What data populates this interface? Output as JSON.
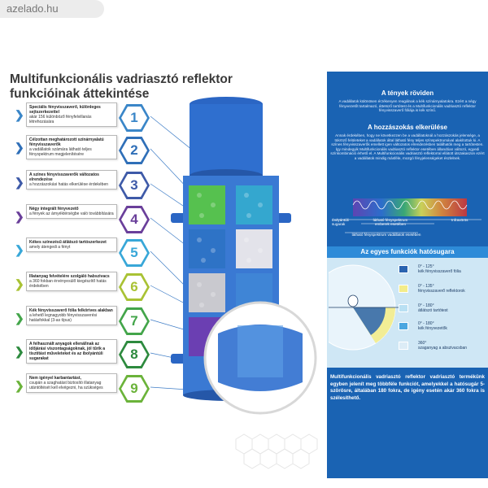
{
  "watermark": "azelado.hu",
  "title_line1": "Multifunkcionális vadriasztó reflektor",
  "title_line2": "funkcióinak áttekintése",
  "features": [
    {
      "num": "1",
      "bold": "Speciális fényvisszaverő, különleges sejtszerkezettel",
      "text": "akár 156 különböző fényfelvillanás létrehozására",
      "color": "#3a86c8"
    },
    {
      "num": "2",
      "bold": "Célzottan meghatározott színárnyalatú fényvisszaverők",
      "text": "a vadállatok számára látható teljes fényspektrum megjelenítésére",
      "color": "#2f6fb8"
    },
    {
      "num": "3",
      "bold": "A színes fényvisszaverők változatos elrendezése",
      "text": "a hozzászokási hatás elkerülése érdekében",
      "color": "#3e5aa8"
    },
    {
      "num": "4",
      "bold": "Négy integrált fényvezető",
      "text": "a fények az árnyéktérségbe való továbbítására",
      "color": "#6a3f9a"
    },
    {
      "num": "5",
      "bold": "Kékes színezésű átlátszó tartószerkezet",
      "text": "amely átengedi a fényt",
      "color": "#38a7d8"
    },
    {
      "num": "6",
      "bold": "Illatanyag felvételére szolgáló habszivacs",
      "text": "a 360 fokban érvényesülő kiegészítő hatás érdekében",
      "color": "#a9c234"
    },
    {
      "num": "7",
      "bold": "Kék fényvisszaverő fólia felkörives alakban",
      "text": "a lehető legnagyobb fényvisszaverési hatásfokkal (3-as típus)",
      "color": "#43a54a"
    },
    {
      "num": "8",
      "bold": "A felhasznált anyagok ellenállnak az időjárási viszontagságoknak, jól tűrik a tisztítást műveleteket és az ibolyántúli sugarakat",
      "text": "",
      "color": "#2d8a3e"
    },
    {
      "num": "9",
      "bold": "Nem igényel karbantartást,",
      "text": "csupán a szaghatást biztosító illatanyag utántöltését kell elvégezni, ha szükséges",
      "color": "#6bb33a"
    }
  ],
  "panel": {
    "facts_title": "A tények röviden",
    "facts_text": "A vadállatok különösen érzékenyen reagálnak a kék színárnyalatokra. Ezért a négy fényvezetőt tartalmazó, áttetsző tartótest és a Multifunkcionális vadriasztó reflektor fényvisszaverő fóliája is kék színű.",
    "habit_title": "A hozzászokás elkerülése",
    "habit_text": "Annak érdekében, hogy ne következzen be a vadállatoknál a hozzászokás jelensége, a tükröző felületeket a vadállatok által látható fény teljes színspektrumával alakítottuk ki. A színes fényvisszaverők emellett igen változatos elrendezésben találhatók meg a tartótesten. Így mindegyik Multifunkcionális vadriasztó reflektor esetében állandóan változó, egyedi színkombináció érhető el. A Multifunkcionális vadriasztó reflektorral ellátott útszakaszon ezért a vadállatok mindig másféle, mozgó fényjelenségeket észlelnek.",
    "label_uv": "Ibolyántúli sugarak",
    "label_visible_human": "látható fényspektrum emberek esetében",
    "label_infra": "Infravörös",
    "label_visible_animal": "látható fényspektrum vadállatok esetében",
    "functions_title": "Az egyes funkciók hatósugara",
    "angles": [
      {
        "angle": "0° - 125°",
        "desc": "kék fényvisszaverő fólia",
        "color": "#2a63b0"
      },
      {
        "angle": "0° - 135°",
        "desc": "fényvisszaverő reflektorok",
        "color": "#f3ec8a"
      },
      {
        "angle": "0° - 180°",
        "desc": "átlátszó tartótest",
        "color": "#b9e0f3"
      },
      {
        "angle": "0° - 180°",
        "desc": "kék fényvezetők",
        "color": "#4aa6e0"
      },
      {
        "angle": "360°",
        "desc": "szaganyag a abszivacsban",
        "color": "#dcecf6"
      }
    ],
    "summary": "Multifunkcionális vadriasztó reflektor vadriasztó termékünk egyben jelenít meg többféle funkciót, amelyekkel a hatósugár 5-szörösre, általában 180 fokra, de igény esetén akár 360 fokra is szélesíthető."
  },
  "colors": {
    "panel_blue": "#1a63b3",
    "accent_yellow": "#f3ec8a",
    "tower_blue": "#2f6fcf"
  }
}
